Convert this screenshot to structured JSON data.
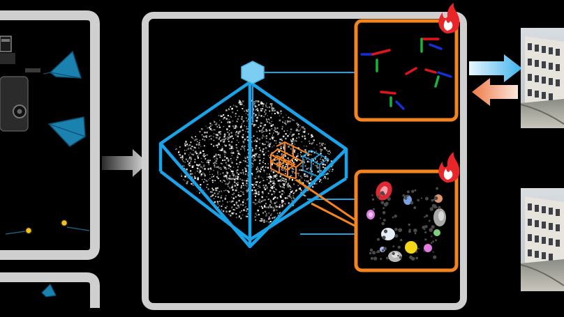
{
  "diagram": {
    "panels": [
      {
        "id": "sensor-rig-panel",
        "kind": "sensor-inputs"
      },
      {
        "id": "mapping-panel",
        "kind": "gaussian-map"
      },
      {
        "id": "camera-pose-panel",
        "kind": "trainable-camera-poses"
      },
      {
        "id": "gaussian-primitives-panel",
        "kind": "trainable-gaussians"
      },
      {
        "id": "rendered-view-panel",
        "kind": "rendered-images"
      }
    ],
    "icons": {
      "trainable": "flame-icon",
      "camera": "camera-frustum-icon",
      "lidar": "lidar-sensor-icon",
      "feature_point": "point-marker-icon"
    },
    "colors": {
      "frame": "#cfcfcf",
      "map_box": "#1aa3e8",
      "voxel_highlight": "#f5841f",
      "panel_border": "#f5841f",
      "forward_arrow": "#6fc6ee",
      "backward_arrow": "#f2a07a",
      "flame": "#e8262a",
      "axis_x": "#e0141b",
      "axis_y": "#19b43c",
      "axis_z": "#1230d6"
    }
  }
}
